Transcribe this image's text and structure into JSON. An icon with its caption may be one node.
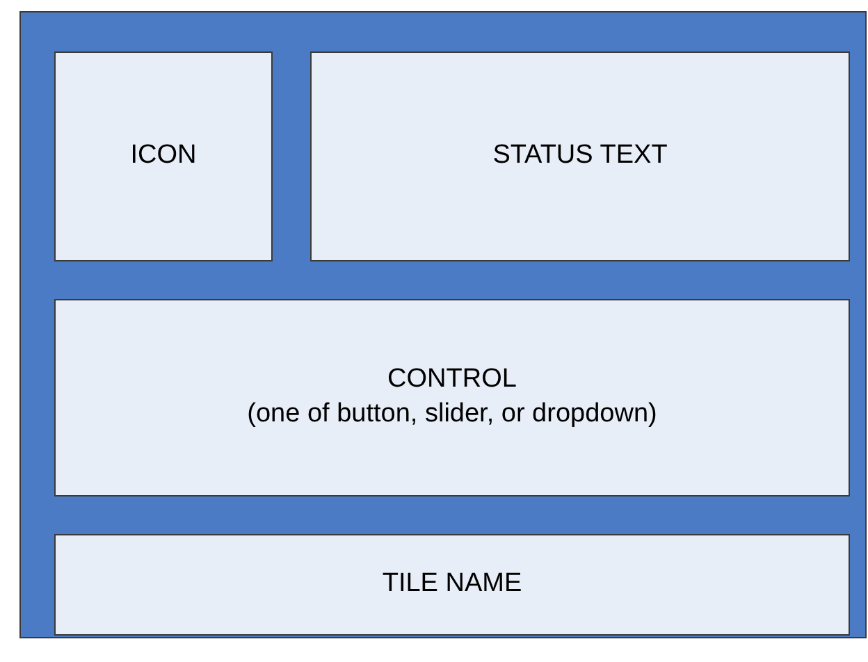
{
  "diagram": {
    "nodes": [
      {
        "text": [],
        "shape": "box"
      },
      {
        "text": [
          "ICON"
        ],
        "in": 0
      },
      {
        "text": [
          "STATUS TEXT"
        ],
        "in": 0
      },
      {
        "text": [
          "CONTROL",
          "(one of button, slider, or dropdown)"
        ],
        "in": 0
      },
      {
        "text": [
          "TILE NAME"
        ],
        "in": 0
      }
    ]
  }
}
